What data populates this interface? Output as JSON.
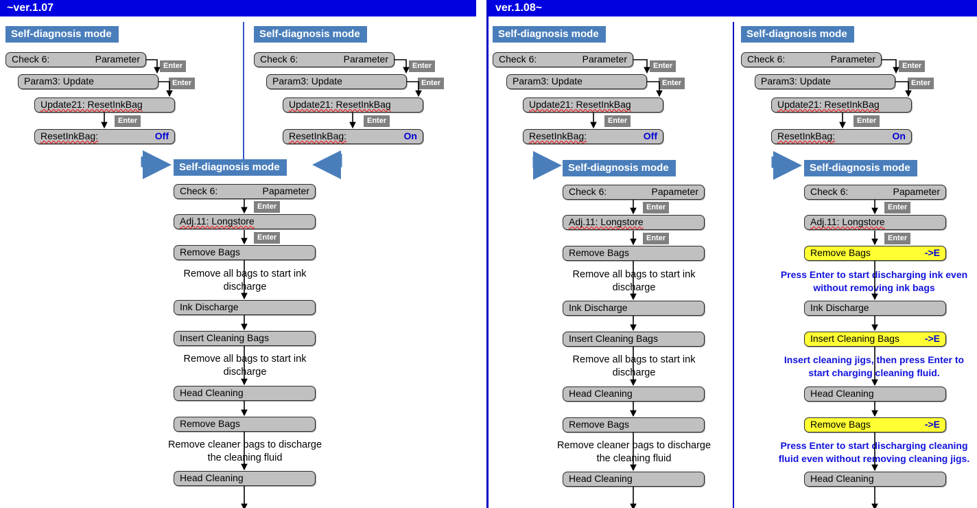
{
  "versions": {
    "left_label": "~ver.1.07",
    "right_label": "ver.1.08~"
  },
  "common": {
    "mode_title": "Self-diagnosis mode",
    "enter_label": "Enter",
    "arrow_marker": "->E"
  },
  "top_flow": {
    "rows": [
      {
        "label": "Check  6:",
        "value": "Parameter"
      },
      {
        "label": "Param3:  Update",
        "value": ""
      },
      {
        "label": "Update21: ResetInkBag",
        "value": ""
      },
      {
        "label": "ResetInkBag:",
        "value": ""
      }
    ]
  },
  "columns": [
    {
      "id": "col1",
      "version": "~ver.1.07",
      "mode_title": "Self-diagnosis mode",
      "rows": [
        {
          "text": "Check  6:",
          "right": "Parameter"
        },
        {
          "text": "Param3:  Update",
          "right": ""
        },
        {
          "text": "Update21: ResetInkBag",
          "right": ""
        },
        {
          "text": "ResetInkBag:",
          "right": "Off"
        }
      ],
      "enters": [
        "Enter",
        "Enter",
        "Enter"
      ]
    },
    {
      "id": "col2",
      "version": "~ver.1.07",
      "mode_title": "Self-diagnosis mode",
      "rows": [
        {
          "text": "Check  6:",
          "right": "Parameter"
        },
        {
          "text": "Param3:  Update",
          "right": ""
        },
        {
          "text": "Update21: ResetInkBag",
          "right": ""
        },
        {
          "text": "ResetInkBag:",
          "right": "On"
        }
      ],
      "enters": [
        "Enter",
        "Enter",
        "Enter"
      ]
    },
    {
      "id": "col3",
      "version": "ver.1.08~",
      "mode_title": "Self-diagnosis mode",
      "rows": [
        {
          "text": "Check  6:",
          "right": "Parameter"
        },
        {
          "text": "Param3:  Update",
          "right": ""
        },
        {
          "text": "Update21: ResetInkBag",
          "right": ""
        },
        {
          "text": "ResetInkBag:",
          "right": "Off"
        }
      ],
      "enters": [
        "Enter",
        "Enter",
        "Enter"
      ]
    },
    {
      "id": "col4",
      "version": "ver.1.08~",
      "mode_title": "Self-diagnosis mode",
      "rows": [
        {
          "text": "Check  6:",
          "right": "Parameter"
        },
        {
          "text": "Param3:  Update",
          "right": ""
        },
        {
          "text": "Update21: ResetInkBag",
          "right": ""
        },
        {
          "text": "ResetInkBag:",
          "right": "On"
        }
      ],
      "enters": [
        "Enter",
        "Enter",
        "Enter"
      ]
    }
  ],
  "lower_left": {
    "mode_title": "Self-diagnosis mode",
    "steps": [
      {
        "text": "Check  6:",
        "right": "Papameter",
        "highlight": false
      },
      {
        "text": "Adj.11:  Longstore",
        "right": "",
        "highlight": false
      },
      {
        "text": "Remove Bags",
        "right": "",
        "highlight": false
      },
      {
        "text": "Ink Discharge",
        "right": "",
        "highlight": false
      },
      {
        "text": "Insert Cleaning Bags",
        "right": "",
        "highlight": false
      },
      {
        "text": "Head Cleaning",
        "right": "",
        "highlight": false
      },
      {
        "text": "Remove Bags",
        "right": "",
        "highlight": false
      },
      {
        "text": "Head Cleaning",
        "right": "",
        "highlight": false
      }
    ],
    "enters": [
      "Enter",
      "Enter"
    ],
    "captions": [
      "Remove all bags to start ink discharge",
      "Remove all bags to start ink discharge",
      "Remove cleaner bags to discharge the cleaning fluid"
    ]
  },
  "lower_mid": {
    "mode_title": "Self-diagnosis mode",
    "steps": [
      {
        "text": "Check  6:",
        "right": "Papameter",
        "highlight": false
      },
      {
        "text": "Adj.11:  Longstore",
        "right": "",
        "highlight": false
      },
      {
        "text": "Remove Bags",
        "right": "",
        "highlight": false
      },
      {
        "text": "Ink Discharge",
        "right": "",
        "highlight": false
      },
      {
        "text": "Insert Cleaning Bags",
        "right": "",
        "highlight": false
      },
      {
        "text": "Head Cleaning",
        "right": "",
        "highlight": false
      },
      {
        "text": "Remove Bags",
        "right": "",
        "highlight": false
      },
      {
        "text": "Head Cleaning",
        "right": "",
        "highlight": false
      }
    ],
    "enters": [
      "Enter",
      "Enter"
    ],
    "captions": [
      "Remove all bags to start ink discharge",
      "Remove all bags to start ink discharge",
      "Remove cleaner bags to discharge the cleaning fluid"
    ]
  },
  "lower_right": {
    "mode_title": "Self-diagnosis mode",
    "steps": [
      {
        "text": "Check  6:",
        "right": "Papameter",
        "highlight": false
      },
      {
        "text": "Adj.11:  Longstore",
        "right": "",
        "highlight": false
      },
      {
        "text": "Remove Bags",
        "right": "->E",
        "highlight": true
      },
      {
        "text": "Ink Discharge",
        "right": "",
        "highlight": false
      },
      {
        "text": "Insert Cleaning Bags",
        "right": "->E",
        "highlight": true
      },
      {
        "text": "Head Cleaning",
        "right": "",
        "highlight": false
      },
      {
        "text": "Remove Bags",
        "right": "->E",
        "highlight": true
      },
      {
        "text": "Head Cleaning",
        "right": "",
        "highlight": false
      }
    ],
    "enters": [
      "Enter",
      "Enter"
    ],
    "captions": [
      "Press Enter to start discharging ink even without removing ink bags",
      "Insert cleaning jigs, then press Enter to start charging cleaning fluid.",
      "Press Enter to start discharging cleaning fluid even without removing cleaning jigs."
    ]
  },
  "icons": {
    "curve_down_right": "curved-arrow-down-right",
    "curve_down_left": "curved-arrow-down-left",
    "straight_right": "arrow-right"
  }
}
